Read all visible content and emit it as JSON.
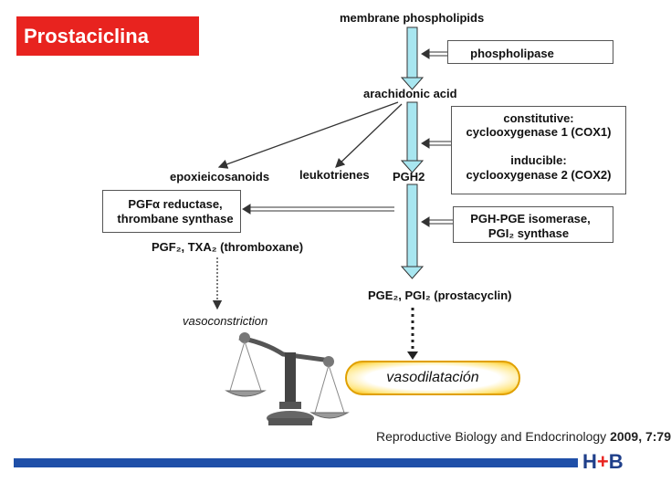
{
  "title": "Prostaciclina",
  "nodes": {
    "membrane": "membrane phospholipids",
    "phospholipase": "phospholipase",
    "arachidonic": "arachidonic acid",
    "constitutive_line1": "constitutive:",
    "constitutive_line2": "cyclooxygenase 1 (COX1)",
    "inducible_line1": "inducible:",
    "inducible_line2": "cyclooxygenase 2 (COX2)",
    "epoxi": "epoxieicosanoids",
    "leuko": "leukotrienes",
    "pgh2": "PGH2",
    "reductase_line1": "PGFα reductase,",
    "reductase_line2": "thrombane synthase",
    "isomerase_line1": "PGH-PGE isomerase,",
    "isomerase_line2": "PGI₂ synthase",
    "pgf2": "PGF₂, TXA₂ (thromboxane)",
    "pge2": "PGE₂, PGI₂ (prostacyclin)",
    "vasoconstriction": "vasoconstriction",
    "vasodilatacion": "vasodilatación"
  },
  "citation": {
    "journal": "Reproductive Biology and Endocrinology",
    "year_vol": "2009, 7:79"
  },
  "logo": {
    "left": "H",
    "plus": "+",
    "right": "B"
  },
  "colors": {
    "title_bg": "#e8231f",
    "arrow_fill": "#a8e6f0",
    "footer_bar": "#1f4fa8",
    "oval_border": "#e0a000"
  }
}
